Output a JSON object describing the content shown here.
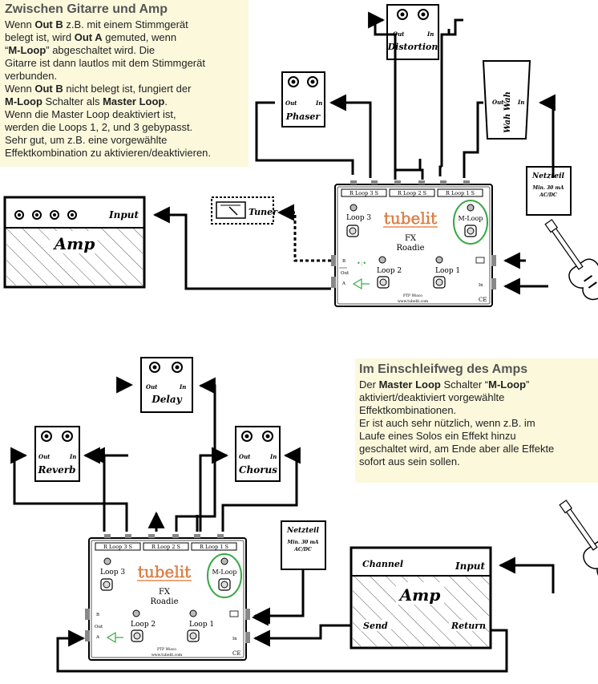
{
  "top_box": {
    "title": "Zwischen Gitarre und Amp",
    "lines": [
      [
        "Wenn ",
        {
          "b": "Out B"
        },
        " z.B. mit einem Stimmgerät"
      ],
      [
        "belegt ist, wird ",
        {
          "b": "Out A"
        },
        " gemuted, wenn"
      ],
      [
        "“",
        {
          "b": "M-Loop"
        },
        "” abgeschaltet wird. Die"
      ],
      [
        "Gitarre ist dann lautlos mit dem Stimmgerät"
      ],
      [
        "verbunden."
      ],
      [
        "Wenn ",
        {
          "b": "Out B"
        },
        " nicht belegt ist, fungiert der"
      ],
      [
        {
          "b": "M-Loop"
        },
        " Schalter als ",
        {
          "b": "Master Loop"
        },
        "."
      ],
      [
        "Wenn die Master Loop deaktiviert ist,"
      ],
      [
        "werden die Loops 1, 2, und 3 gebypasst."
      ],
      [
        "Sehr gut, um z.B. eine vorgewählte"
      ],
      [
        "Effektkombination zu aktivieren/deaktivieren."
      ]
    ]
  },
  "bottom_box": {
    "title": "Im Einschleifweg des Amps",
    "lines": [
      [
        "Der ",
        {
          "b": "Master Loop"
        },
        " Schalter “",
        {
          "b": "M-Loop"
        },
        "”"
      ],
      [
        "aktiviert/deaktiviert vorgewählte"
      ],
      [
        "Effektkombinationen."
      ],
      [
        "Er ist auch sehr nützlich, wenn z.B. im"
      ],
      [
        "Laufe eines Solos ein Effekt hinzu"
      ],
      [
        "geschaltet wird, am Ende aber alle Effekte"
      ],
      [
        "sofort aus sein sollen."
      ]
    ]
  },
  "labels": {
    "out": "Out",
    "in": "In",
    "distortion": "Distortion",
    "phaser": "Phaser",
    "wah": "Wah Wah",
    "delay": "Delay",
    "reverb": "Reverb",
    "chorus": "Chorus",
    "tuner": "Tuner",
    "amp": "Amp",
    "input": "Input",
    "channel": "Channel",
    "send": "Send",
    "return": "Return",
    "netzteil": "Netzteil",
    "netzteil_spec1": "Min. 30 mA",
    "netzteil_spec2": "AC/DC",
    "brand": "tubelit",
    "model1": "FX",
    "model2": "Roadie",
    "loop3_hdr": "R  Loop 3  S",
    "loop2_hdr": "R  Loop 2  S",
    "loop1_hdr": "R  Loop 1  S",
    "loop3": "Loop 3",
    "loop2": "Loop 2",
    "loop1": "Loop 1",
    "mloop": "M-Loop",
    "port_b": "B",
    "port_out": "Out",
    "port_a": "A",
    "port_in": "In",
    "maker": "PTP Wisco",
    "url": "www.tubelit.com",
    "ce": "CE"
  }
}
